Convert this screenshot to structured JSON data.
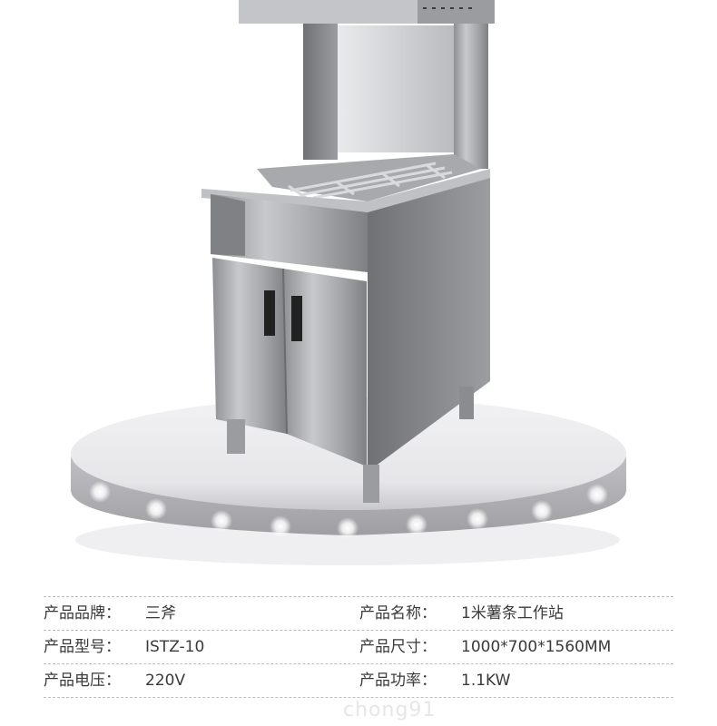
{
  "specs": [
    {
      "label1": "产品品牌：",
      "value1": "三斧",
      "label2": "产品名称：",
      "value2": "1米薯条工作站"
    },
    {
      "label1": "产品型号：",
      "value1": "ISTZ-10",
      "label2": "产品尺寸：",
      "value2": "1000*700*1560MM"
    },
    {
      "label1": "产品电压：",
      "value1": "220V",
      "label2": "产品功率：",
      "value2": "1.1KW"
    }
  ],
  "watermark": "chong91"
}
